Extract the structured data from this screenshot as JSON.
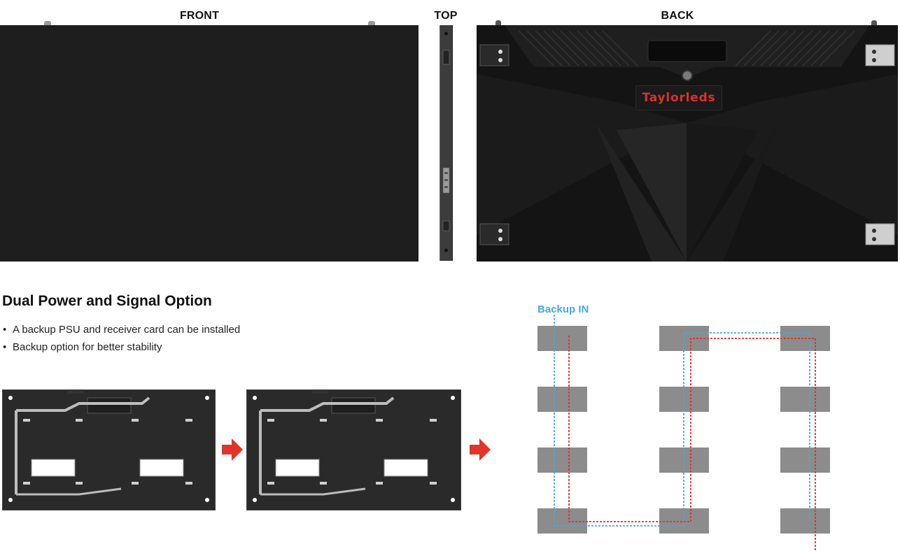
{
  "views": {
    "front_label": "FRONT",
    "top_label": "TOP",
    "back_label": "BACK",
    "brand_logo": "Taylorleds"
  },
  "section": {
    "title": "Dual Power and Signal Option",
    "bullets": [
      "A backup PSU and receiver card can be installed",
      "Backup option for better stability"
    ]
  },
  "diagram": {
    "backup_label": "Backup IN",
    "grid": {
      "columns": 3,
      "rows": 4
    },
    "colors": {
      "module": "#8c8c8c",
      "backup_line": "#4aa8dc",
      "main_line": "#d93232",
      "arrow": "#e0352b",
      "panel": "#1e1e1e"
    }
  },
  "icons": [
    "arrow-right-icon",
    "arrow-right-icon"
  ]
}
